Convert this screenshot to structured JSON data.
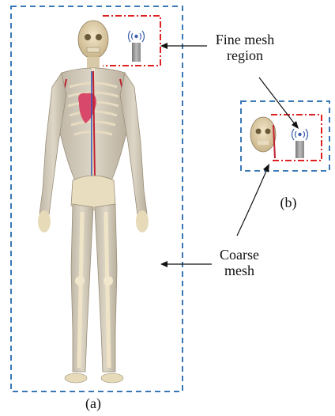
{
  "labels": {
    "fine_mesh_line1": "Fine mesh",
    "fine_mesh_line2": "region",
    "coarse_mesh_line1": "Coarse",
    "coarse_mesh_line2": "mesh",
    "panel_a": "(a)",
    "panel_b": "(b)"
  },
  "colors": {
    "coarse_box": "#3a78b5",
    "fine_box": "#e02020",
    "arrow": "#111111"
  },
  "icons": {
    "antenna": "wifi-antenna-icon",
    "body": "human-anatomy-icon",
    "head": "head-anatomy-icon"
  }
}
